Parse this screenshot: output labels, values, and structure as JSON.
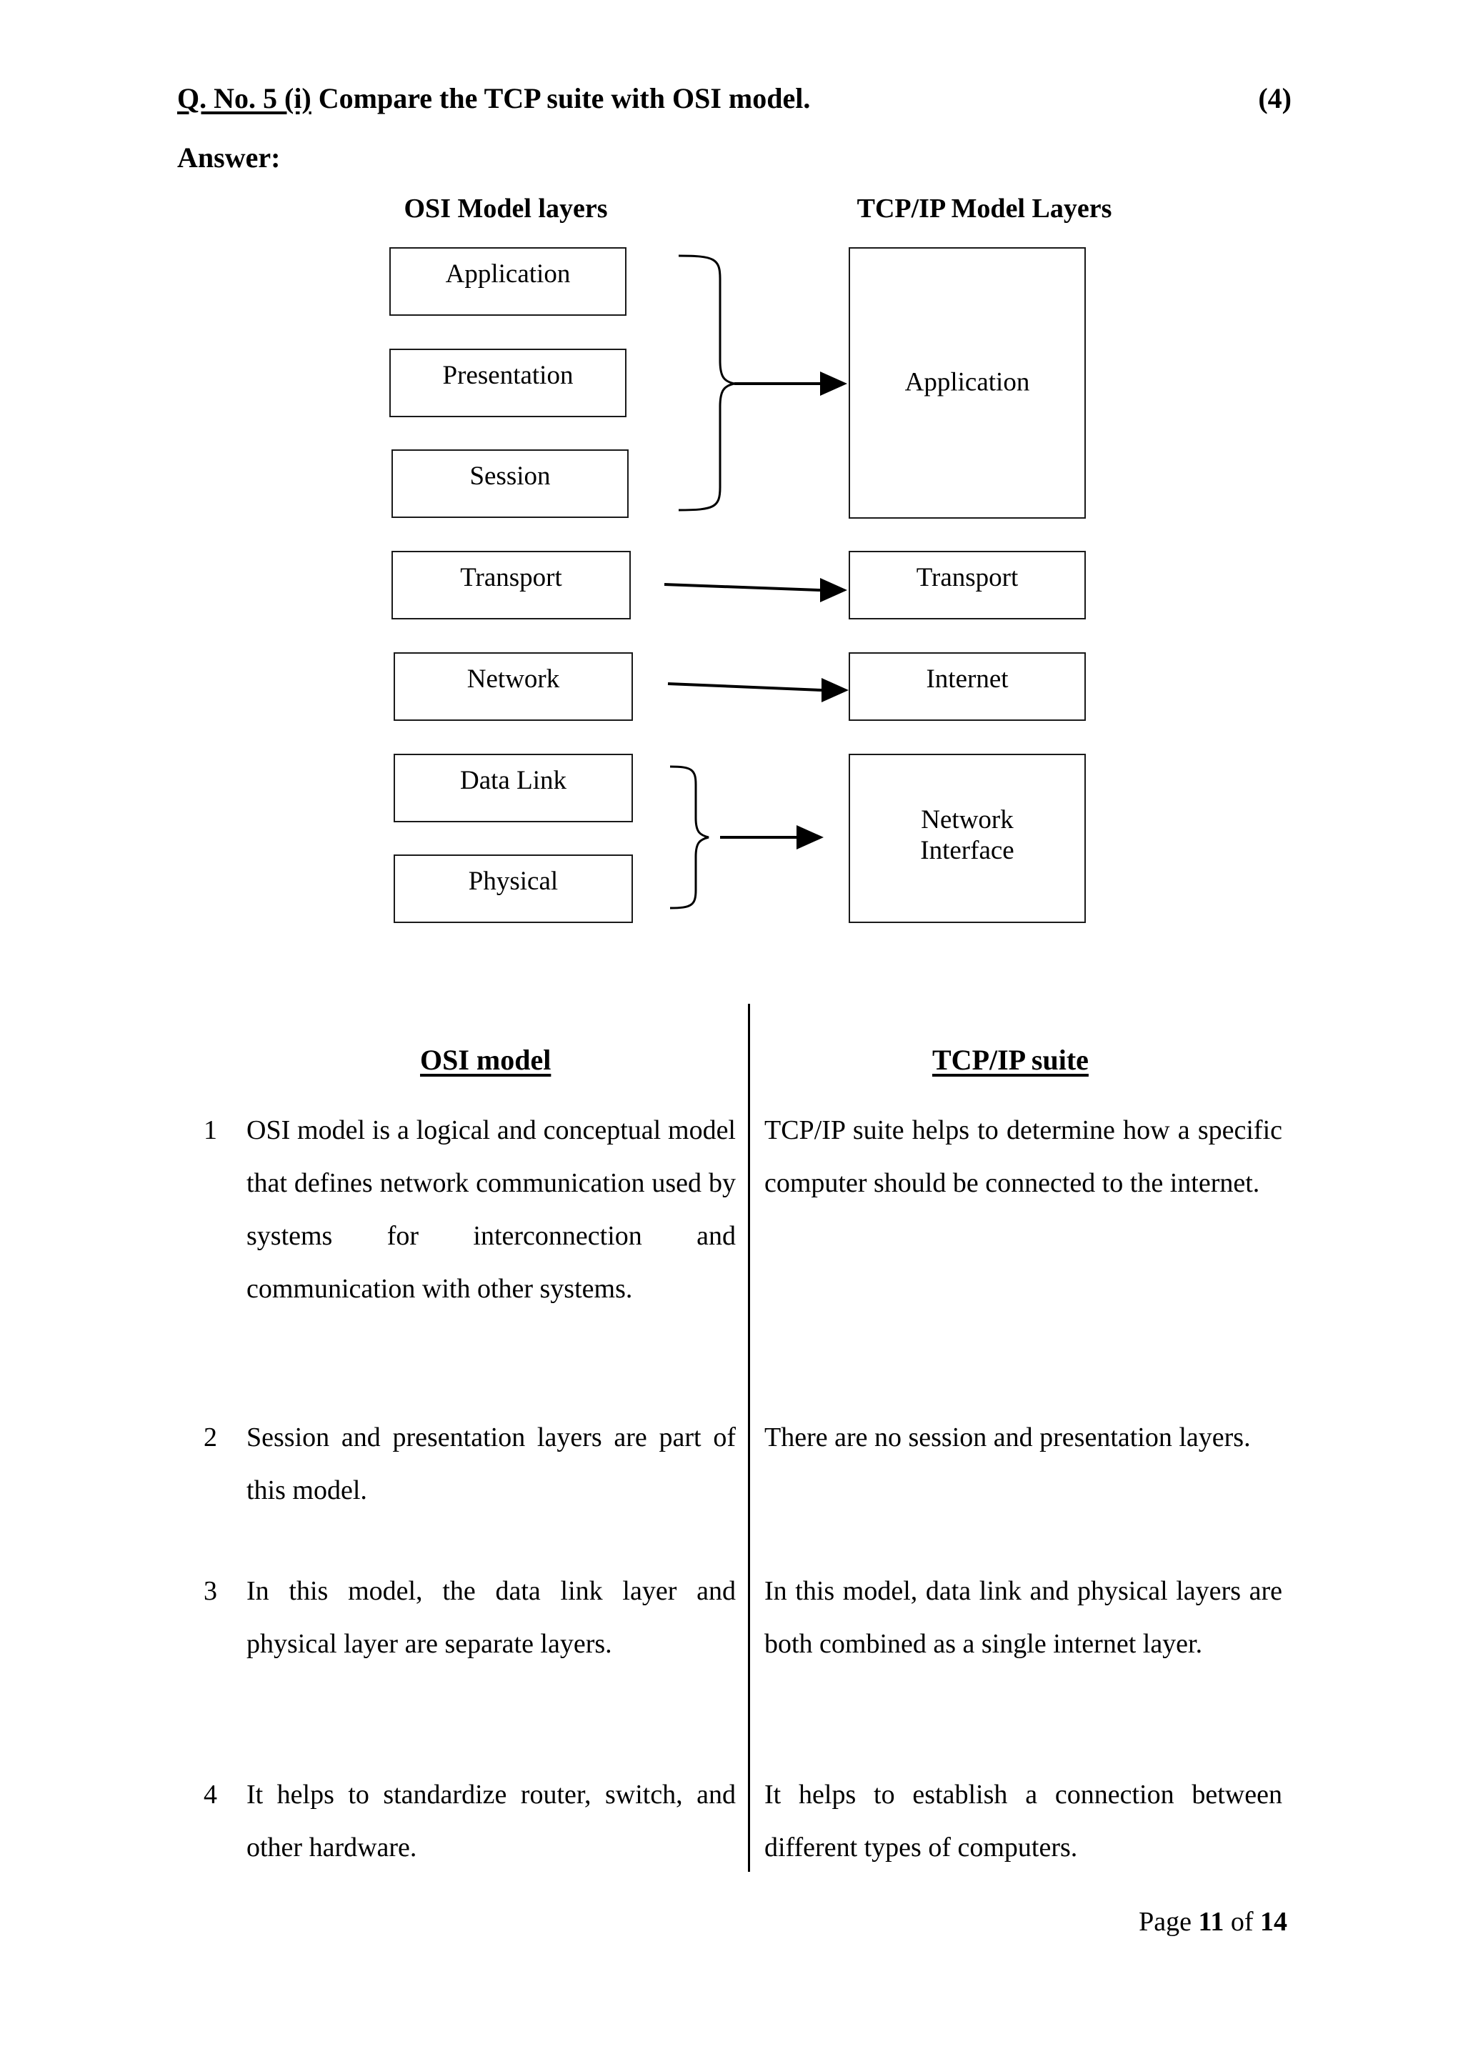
{
  "question": {
    "label": "Q. No. 5 (i)",
    "text": "Compare the TCP suite with OSI model.",
    "marks": "(4)",
    "answer_label": "Answer:"
  },
  "diagram": {
    "left_title": "OSI Model layers",
    "right_title": "TCP/IP Model Layers",
    "osi_layers": [
      "Application",
      "Presentation",
      "Session",
      "Transport",
      "Network",
      "Data Link",
      "Physical"
    ],
    "tcp_layers": [
      "Application",
      "Transport",
      "Internet",
      "Network Interface"
    ],
    "tcp_layer_network_interface_line1": "Network",
    "tcp_layer_network_interface_line2": "Interface"
  },
  "comparison": {
    "header_left": "OSI model",
    "header_right": "TCP/IP suite",
    "rows": [
      {
        "num": "1",
        "left": "OSI model is a logical and conceptual model that defines network communication used by systems for interconnection and communication with other systems.",
        "right": "TCP/IP suite helps to determine how a specific computer should be connected to the internet."
      },
      {
        "num": "2",
        "left": "Session and presentation layers are part of this model.",
        "right": "There are no session and presentation layers."
      },
      {
        "num": "3",
        "left": "In this model, the data link layer and physical layer are separate layers.",
        "right": "In this model, data link and physical layers are both combined as a single internet layer."
      },
      {
        "num": "4",
        "left": "It helps to standardize router, switch, and other hardware.",
        "right": "It helps to establish a connection between different types of computers."
      }
    ]
  },
  "footer": {
    "prefix": "Page ",
    "page": "11",
    "middle": " of ",
    "total": "14"
  },
  "colors": {
    "text": "#000000",
    "box_border": "#1a1a1a",
    "background": "#ffffff"
  }
}
